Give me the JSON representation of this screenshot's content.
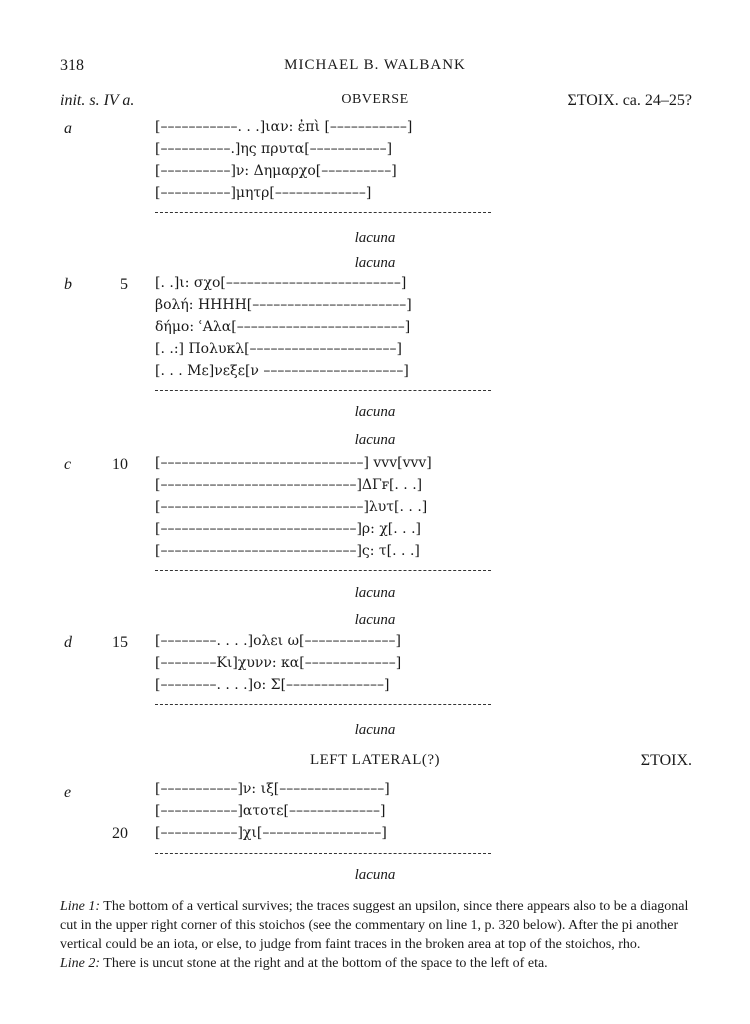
{
  "page_number": "318",
  "running_head": "MICHAEL B. WALBANK",
  "header": {
    "left": "init. s. IV a.",
    "center": "OBVERSE",
    "right": "ΣΤΟΙΧ. ca. 24–25?"
  },
  "fragments": [
    {
      "letter": "a",
      "lines": [
        {
          "num": "",
          "text": "[–––––––––––. . .]ιαν: ἐπὶ [–––––––––––]"
        },
        {
          "num": "",
          "text": "[––––––––––.]ης πρυτα[–––––––––––]"
        },
        {
          "num": "",
          "text": "[––––––––––]ν: Δημαρχο[––––––––––]"
        },
        {
          "num": "",
          "text": "[––––––––––]μητρ[–––––––––––––]"
        }
      ]
    },
    {
      "letter": "b",
      "lines": [
        {
          "num": "5",
          "text": "[. .]ι: σχο[–––––––––––––––––––––––––]"
        },
        {
          "num": "",
          "text": "βολή: ΗΗΗΗ[––––––––––––––––––––––]"
        },
        {
          "num": "",
          "text": "δήμο: ʿΑλα[––––––––––––––––––––––––]"
        },
        {
          "num": "",
          "text": "[. .:] Πολυκλ[–––––––––––––––––––––]"
        },
        {
          "num": "",
          "text": "[. . . Με]νεξε[ν ––––––––––––––––––––]"
        }
      ]
    },
    {
      "letter": "c",
      "lines": [
        {
          "num": "10",
          "text": "[–––––––––––––––––––––––––––––] vvv[vvv]"
        },
        {
          "num": "",
          "text": "[––––––––––––––––––––––––––––]ΔΓꜰ[. . .]"
        },
        {
          "num": "",
          "text": "[–––––––––––––––––––––––––––––]λυτ[. . .]"
        },
        {
          "num": "",
          "text": "[––––––––––––––––––––––––––––]ρ: χ[. . .]"
        },
        {
          "num": "",
          "text": "[––––––––––––––––––––––––––––]ς: τ[. . .]"
        }
      ]
    },
    {
      "letter": "d",
      "lines": [
        {
          "num": "15",
          "text": "[––––––––. . . .]ολει ω[–––––––––––––]"
        },
        {
          "num": "",
          "text": "[––––––––Κι]χυνν: κα[–––––––––––––]"
        },
        {
          "num": "",
          "text": "[––––––––. . . .]ο: Σ[––––––––––––––]"
        }
      ]
    },
    {
      "letter": "e",
      "lines": [
        {
          "num": "",
          "text": "[–––––––––––]ν: ιξ[–––––––––––––––]"
        },
        {
          "num": "",
          "text": "[–––––––––––]ατοτε[–––––––––––––]"
        },
        {
          "num": "20",
          "text": "[–––––––––––]χι[–––––––––––––––––]"
        }
      ]
    }
  ],
  "lacuna_label": "lacuna",
  "left_lateral": {
    "center": "LEFT LATERAL(?)",
    "right": "ΣΤΟΙΧ."
  },
  "notes": [
    {
      "head": "Line 1:",
      "text": " The bottom of a vertical survives; the traces suggest an upsilon, since there appears also to be a diagonal cut in the upper right corner of this stoichos (see the commentary on line 1, p. 320 below). After the pi another vertical could be an iota, or else, to judge from faint traces in the broken area at top of the stoichos, rho."
    },
    {
      "head": "Line 2:",
      "text": " There is uncut stone at the right and at the bottom of the space to the left of eta."
    }
  ]
}
